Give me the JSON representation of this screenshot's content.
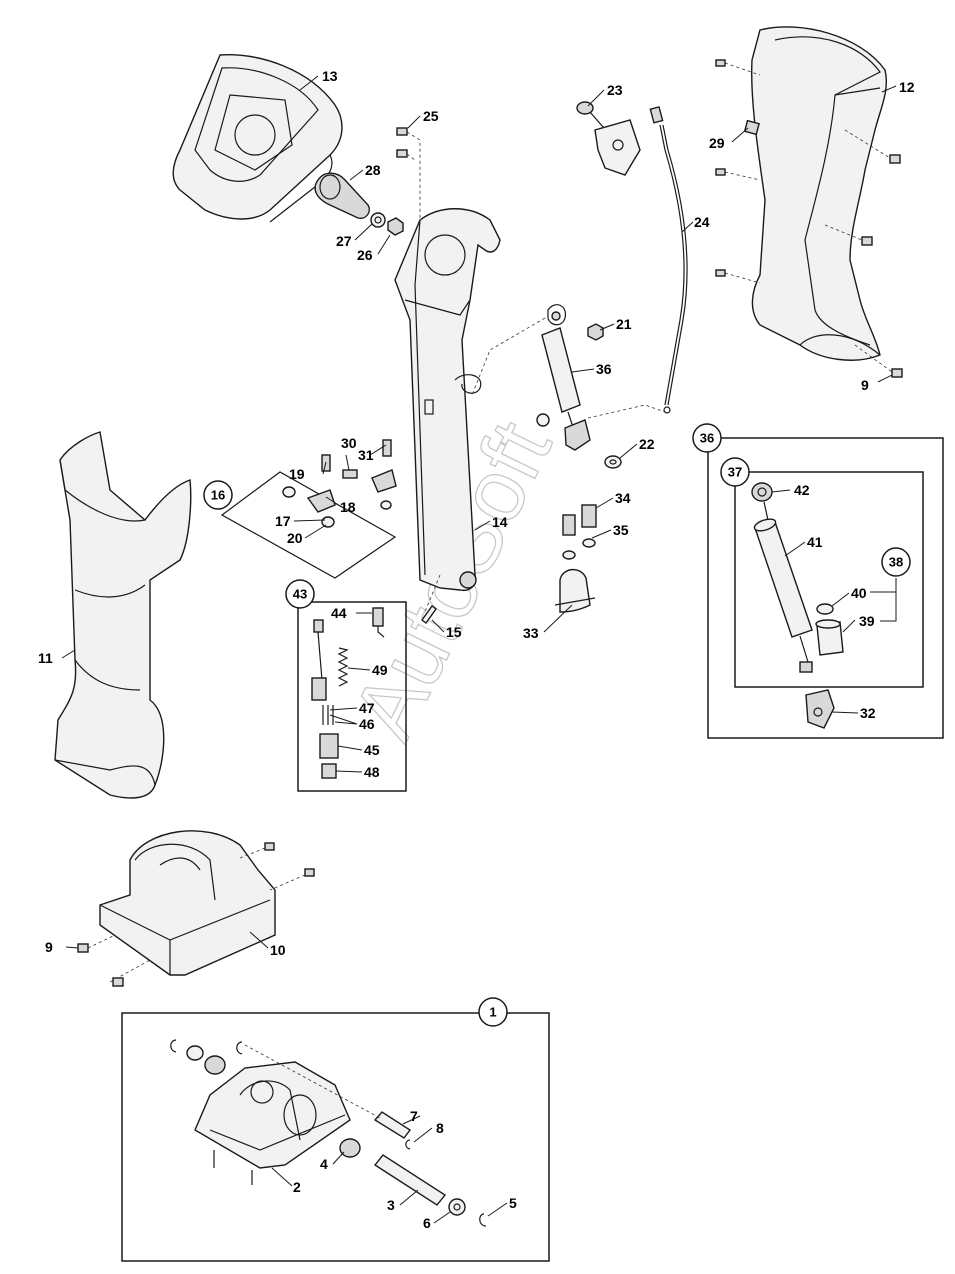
{
  "watermark": "AutoSoft",
  "labels": {
    "p1": "1",
    "p2": "2",
    "p3": "3",
    "p4": "4",
    "p5": "5",
    "p6": "6",
    "p7": "7",
    "p8": "8",
    "p9a": "9",
    "p9b": "9",
    "p10": "10",
    "p11": "11",
    "p12": "12",
    "p13": "13",
    "p14": "14",
    "p15": "15",
    "p16": "16",
    "p17": "17",
    "p18": "18",
    "p19": "19",
    "p20": "20",
    "p21": "21",
    "p22": "22",
    "p23": "23",
    "p24": "24",
    "p25": "25",
    "p26": "26",
    "p27": "27",
    "p28": "28",
    "p29": "29",
    "p30": "30",
    "p31": "31",
    "p32": "32",
    "p33": "33",
    "p34": "34",
    "p35": "35",
    "p36a": "36",
    "p36b": "36",
    "p37": "37",
    "p38": "38",
    "p39": "39",
    "p40": "40",
    "p41": "41",
    "p42": "42",
    "p43": "43",
    "p44": "44",
    "p45": "45",
    "p46": "46",
    "p47": "47",
    "p48": "48",
    "p49": "49"
  }
}
